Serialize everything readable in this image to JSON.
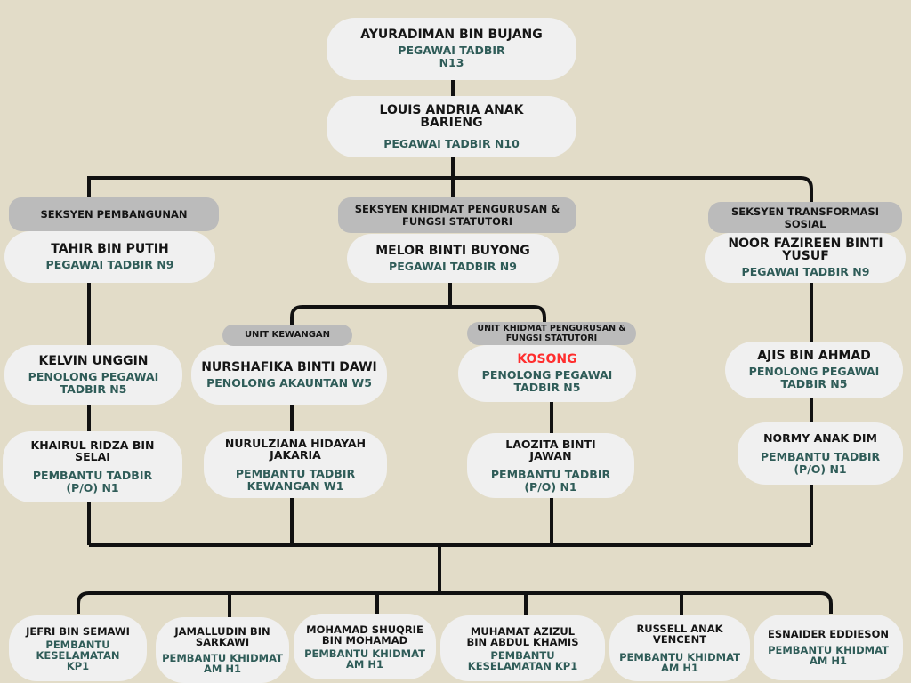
{
  "top": [
    {
      "name": "AYURADIMAN BIN BUJANG",
      "role": "PEGAWAI TADBIR N13"
    },
    {
      "name": "LOUIS ANDRIA ANAK BARIENG",
      "role": "PEGAWAI TADBIR N10"
    }
  ],
  "sections": [
    {
      "header": "SEKSYEN PEMBANGUNAN",
      "head": {
        "name": "TAHIR BIN PUTIH",
        "role": "PEGAWAI TADBIR N9"
      }
    },
    {
      "header": "SEKSYEN KHIDMAT PENGURUSAN & FUNGSI STATUTORI",
      "head": {
        "name": "MELOR BINTI BUYONG",
        "role": "PEGAWAI TADBIR N9"
      }
    },
    {
      "header": "SEKSYEN TRANSFORMASI SOSIAL",
      "head": {
        "name": "NOOR FAZIREEN BINTI YUSUF",
        "role": "PEGAWAI TADBIR N9"
      }
    }
  ],
  "units": [
    {
      "header": "UNIT KEWANGAN"
    },
    {
      "header": "UNIT KHIDMAT PENGURUSAN & FUNGSI STATUTORI"
    }
  ],
  "staff": [
    {
      "name": "KELVIN UNGGIN",
      "role": "PENOLONG PEGAWAI TADBIR N5"
    },
    {
      "name": "NURSHAFIKA BINTI DAWI",
      "role": "PENOLONG AKAUNTAN W5"
    },
    {
      "name": "KOSONG",
      "role": "PENOLONG PEGAWAI TADBIR N5"
    },
    {
      "name": "AJIS BIN AHMAD",
      "role": "PENOLONG PEGAWAI TADBIR N5"
    },
    {
      "name": "KHAIRUL RIDZA BIN SELAI",
      "role": "PEMBANTU TADBIR (P/O) N1"
    },
    {
      "name": "NURULZIANA HIDAYAH JAKARIA",
      "role": "PEMBANTU TADBIR KEWANGAN W1"
    },
    {
      "name": "LAOZITA BINTI JAWAN",
      "role": "PEMBANTU TADBIR (P/O) N1"
    },
    {
      "name": "NORMY ANAK DIM",
      "role": "PEMBANTU TADBIR (P/O) N1"
    }
  ],
  "bottom": [
    {
      "name": "JEFRI BIN SEMAWI",
      "role": "PEMBANTU KESELAMATAN KP1"
    },
    {
      "name": "JAMALLUDIN BIN SARKAWI",
      "role": "PEMBANTU KHIDMAT AM H1"
    },
    {
      "name": "MOHAMAD SHUQRIE BIN MOHAMAD",
      "role": "PEMBANTU KHIDMAT AM H1"
    },
    {
      "name": "MUHAMAT AZIZUL BIN ABDUL KHAMIS",
      "role": "PEMBANTU KESELAMATAN KP1"
    },
    {
      "name": "RUSSELL ANAK VENCENT",
      "role": "PEMBANTU KHIDMAT AM H1"
    },
    {
      "name": "ESNAIDER EDDIESON",
      "role": "PEMBANTU KHIDMAT AM H1"
    }
  ],
  "colors": {
    "background": "#e2dcc8",
    "box": "#f0f0f0",
    "role": "#2f5c58",
    "header": "#bbbbbb",
    "vacant": "#ff2e2e"
  }
}
